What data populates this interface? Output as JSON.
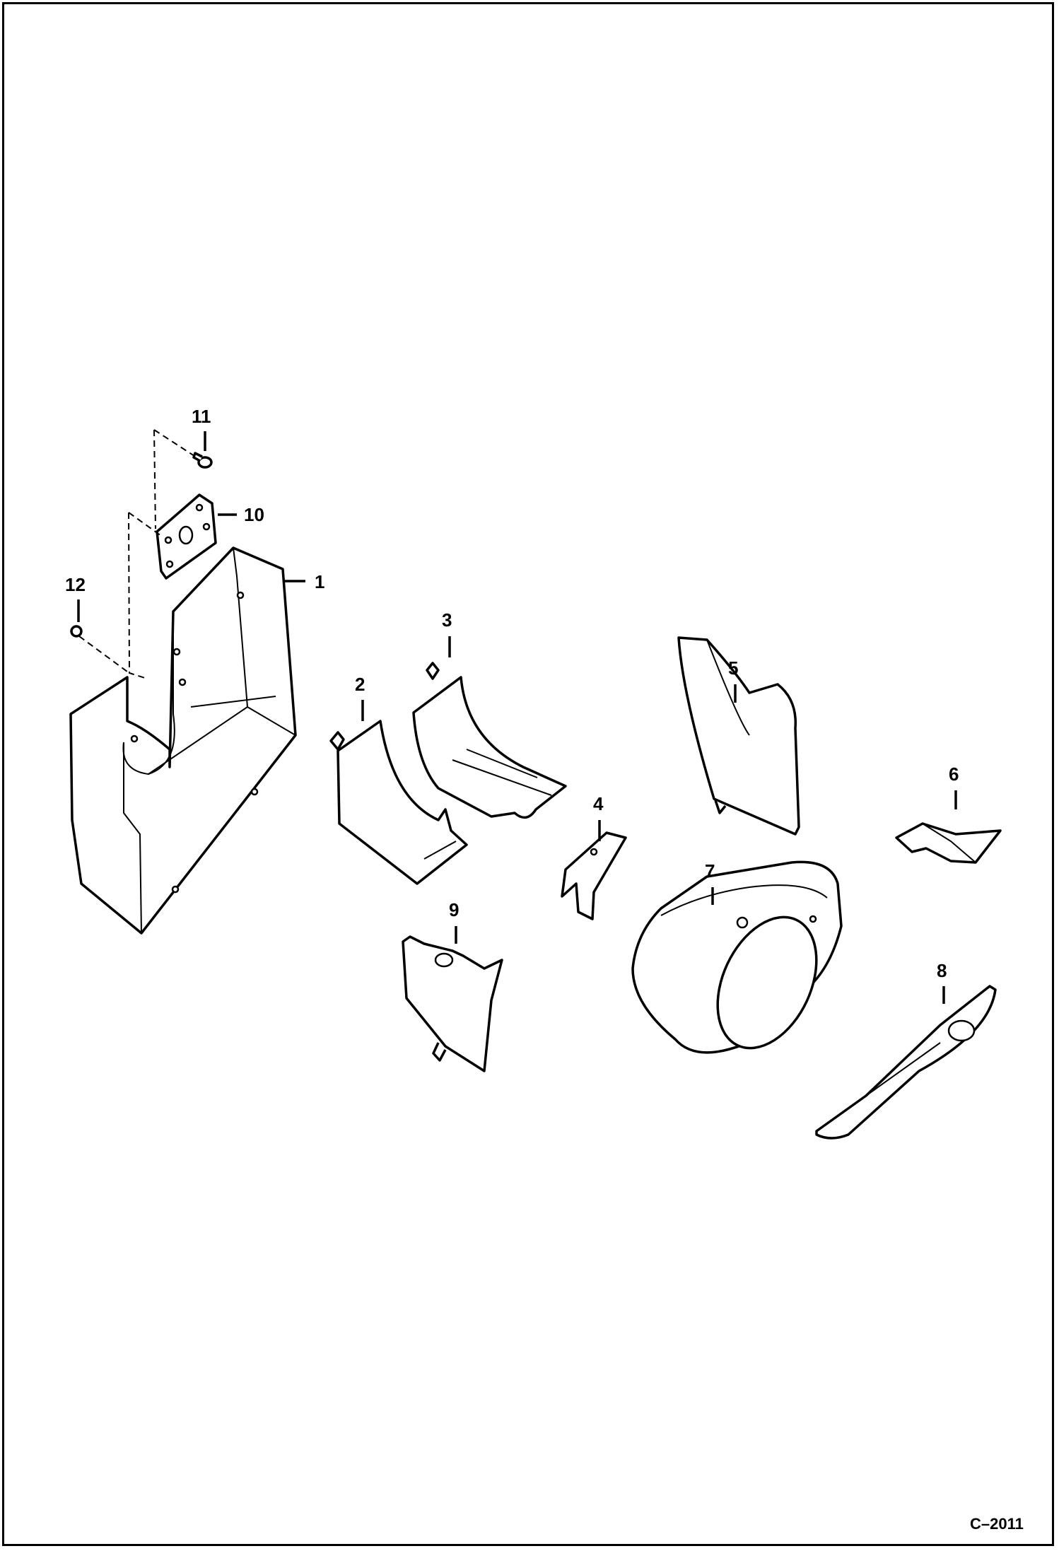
{
  "diagram": {
    "figure_code": "C–2011",
    "callouts": [
      "1",
      "2",
      "3",
      "4",
      "5",
      "6",
      "7",
      "8",
      "9",
      "10",
      "11",
      "12"
    ]
  }
}
